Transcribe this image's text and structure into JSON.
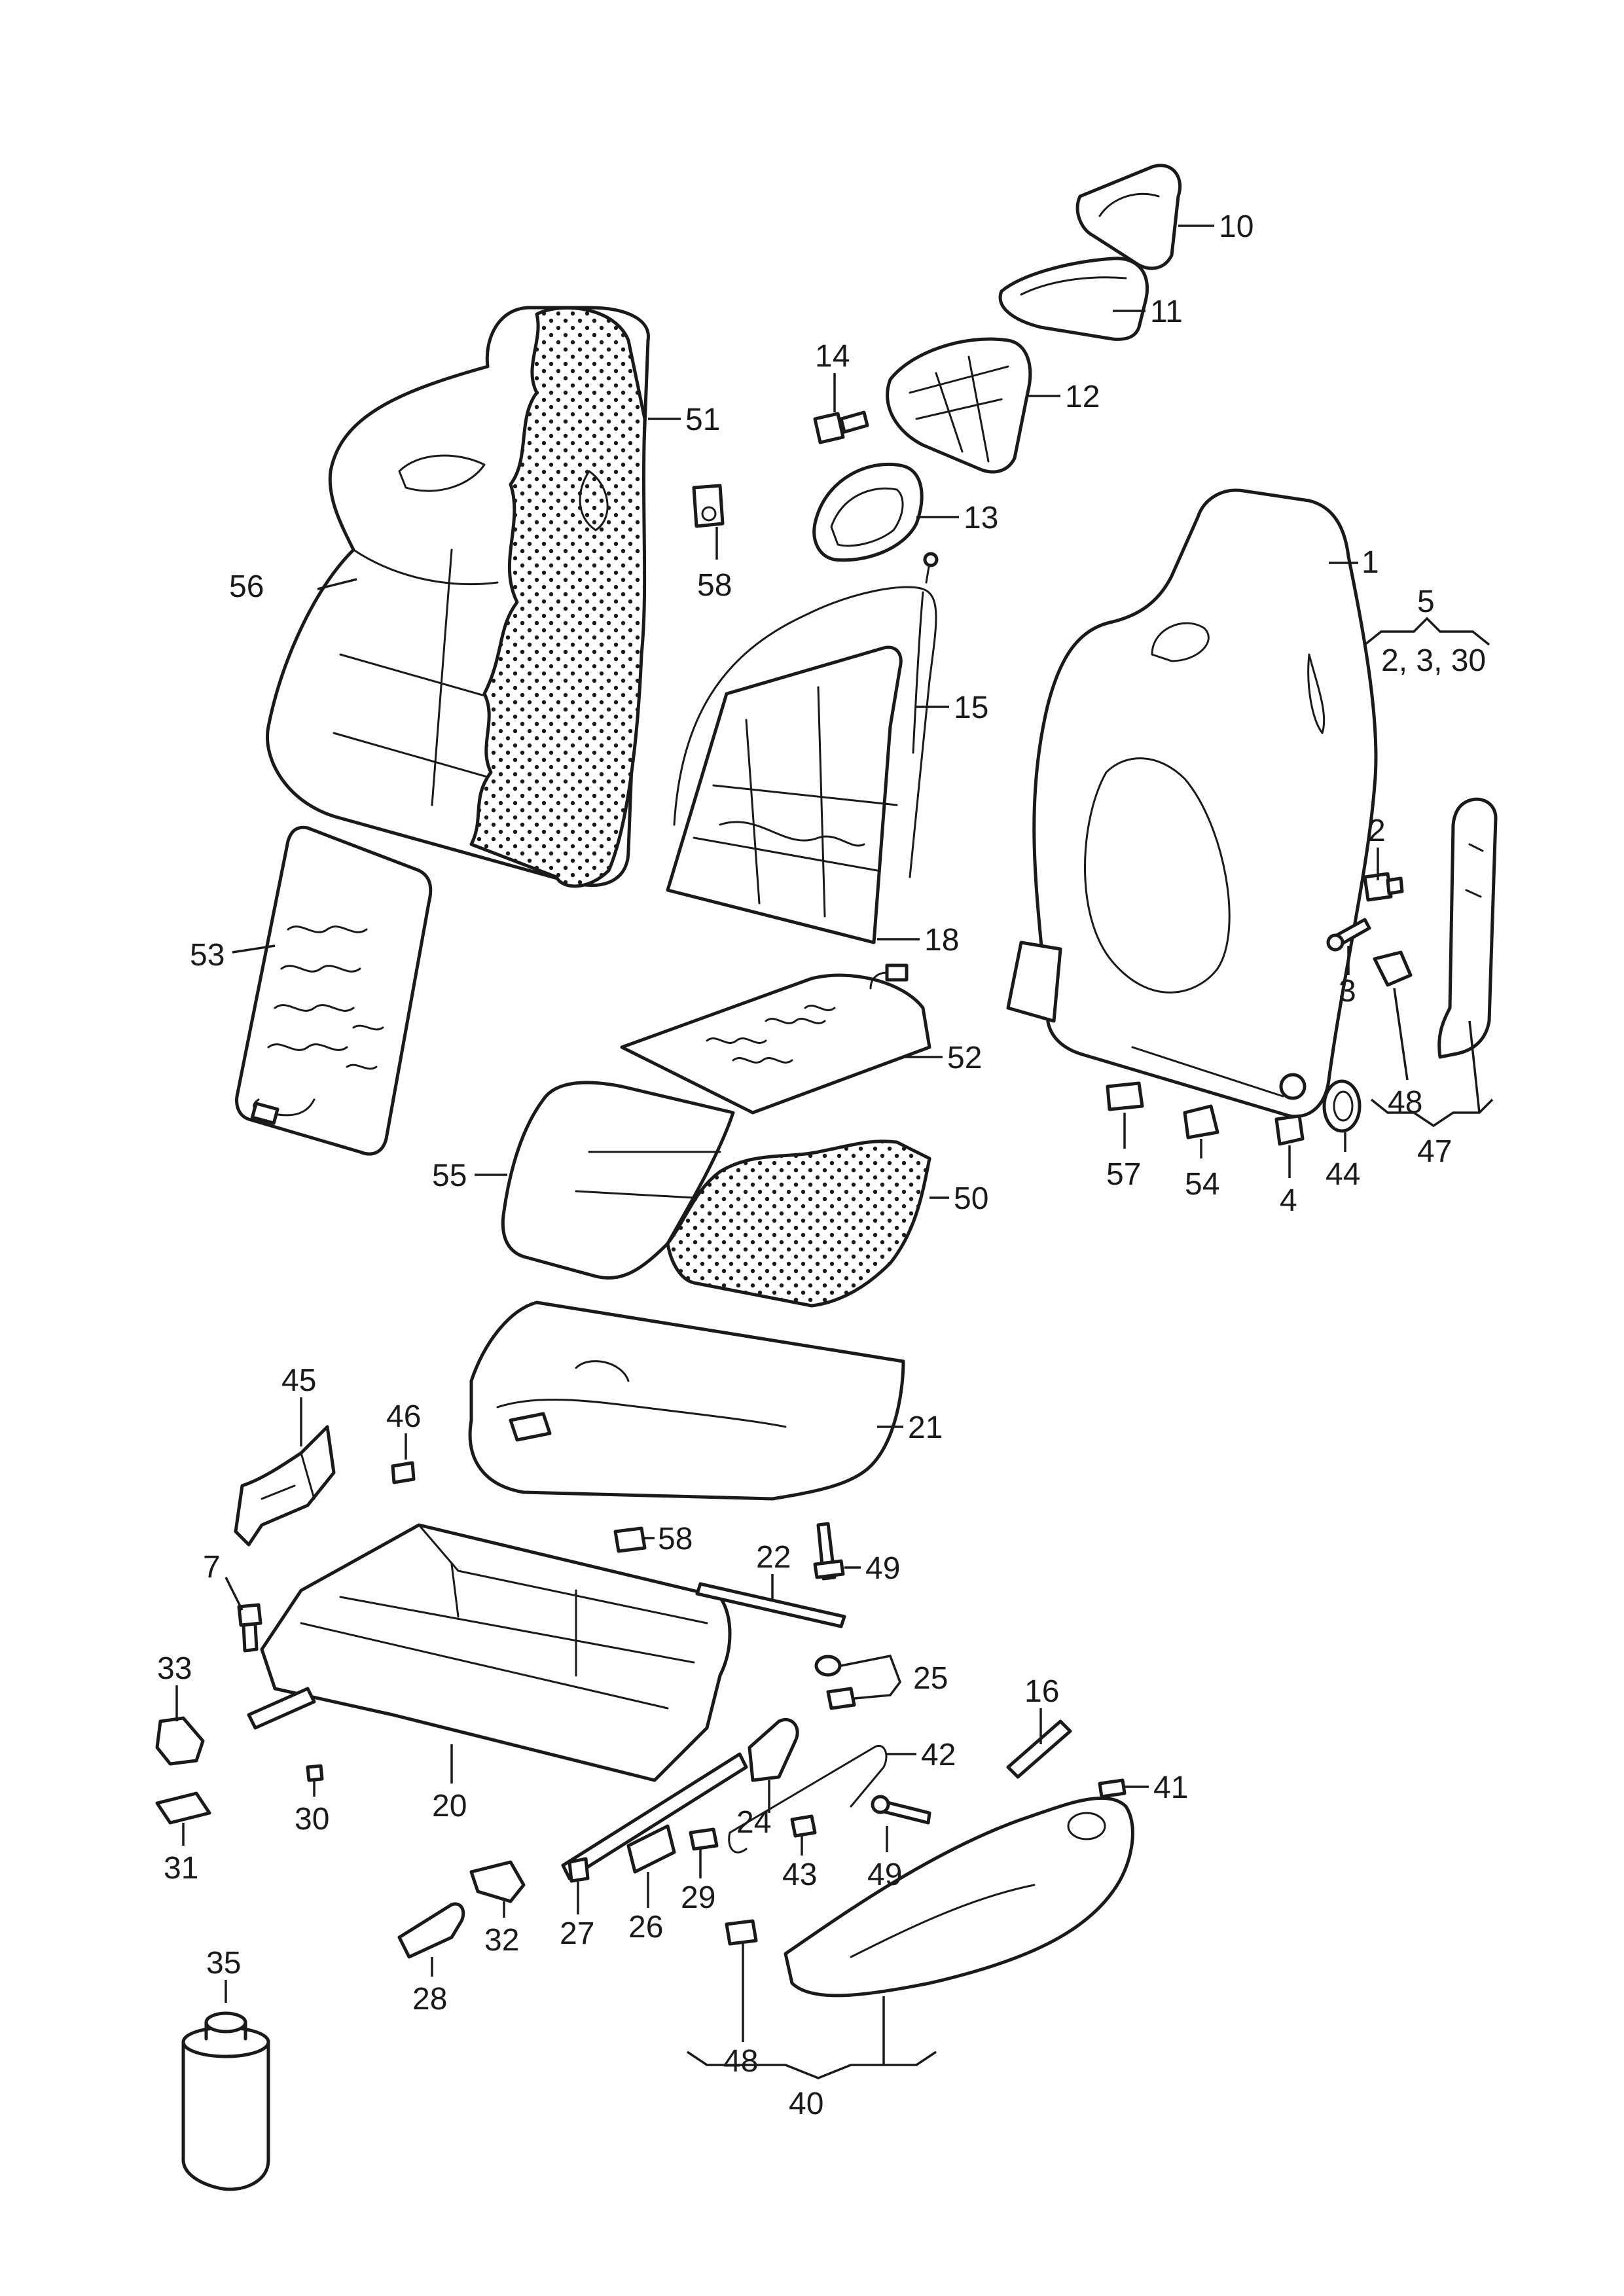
{
  "diagram": {
    "callouts": [
      {
        "id": "c1",
        "text": "1"
      },
      {
        "id": "c2",
        "text": "2"
      },
      {
        "id": "c3",
        "text": "3"
      },
      {
        "id": "c4",
        "text": "4"
      },
      {
        "id": "c5",
        "text": "5"
      },
      {
        "id": "c5b",
        "text": "2, 3, 30"
      },
      {
        "id": "c7",
        "text": "7"
      },
      {
        "id": "c10",
        "text": "10"
      },
      {
        "id": "c11",
        "text": "11"
      },
      {
        "id": "c12",
        "text": "12"
      },
      {
        "id": "c13",
        "text": "13"
      },
      {
        "id": "c14",
        "text": "14"
      },
      {
        "id": "c15",
        "text": "15"
      },
      {
        "id": "c16",
        "text": "16"
      },
      {
        "id": "c18",
        "text": "18"
      },
      {
        "id": "c20",
        "text": "20"
      },
      {
        "id": "c21",
        "text": "21"
      },
      {
        "id": "c22",
        "text": "22"
      },
      {
        "id": "c24",
        "text": "24"
      },
      {
        "id": "c25",
        "text": "25"
      },
      {
        "id": "c26",
        "text": "26"
      },
      {
        "id": "c27",
        "text": "27"
      },
      {
        "id": "c28",
        "text": "28"
      },
      {
        "id": "c29",
        "text": "29"
      },
      {
        "id": "c30",
        "text": "30"
      },
      {
        "id": "c31",
        "text": "31"
      },
      {
        "id": "c32",
        "text": "32"
      },
      {
        "id": "c33",
        "text": "33"
      },
      {
        "id": "c35",
        "text": "35"
      },
      {
        "id": "c40",
        "text": "40"
      },
      {
        "id": "c41",
        "text": "41"
      },
      {
        "id": "c42",
        "text": "42"
      },
      {
        "id": "c43",
        "text": "43"
      },
      {
        "id": "c44",
        "text": "44"
      },
      {
        "id": "c45",
        "text": "45"
      },
      {
        "id": "c46",
        "text": "46"
      },
      {
        "id": "c47",
        "text": "47"
      },
      {
        "id": "c48a",
        "text": "48"
      },
      {
        "id": "c48b",
        "text": "48"
      },
      {
        "id": "c49a",
        "text": "49"
      },
      {
        "id": "c49b",
        "text": "49"
      },
      {
        "id": "c50",
        "text": "50"
      },
      {
        "id": "c51",
        "text": "51"
      },
      {
        "id": "c52",
        "text": "52"
      },
      {
        "id": "c53",
        "text": "53"
      },
      {
        "id": "c54",
        "text": "54"
      },
      {
        "id": "c55",
        "text": "55"
      },
      {
        "id": "c56",
        "text": "56"
      },
      {
        "id": "c57",
        "text": "57"
      },
      {
        "id": "c58a",
        "text": "58"
      },
      {
        "id": "c58b",
        "text": "58"
      }
    ]
  }
}
